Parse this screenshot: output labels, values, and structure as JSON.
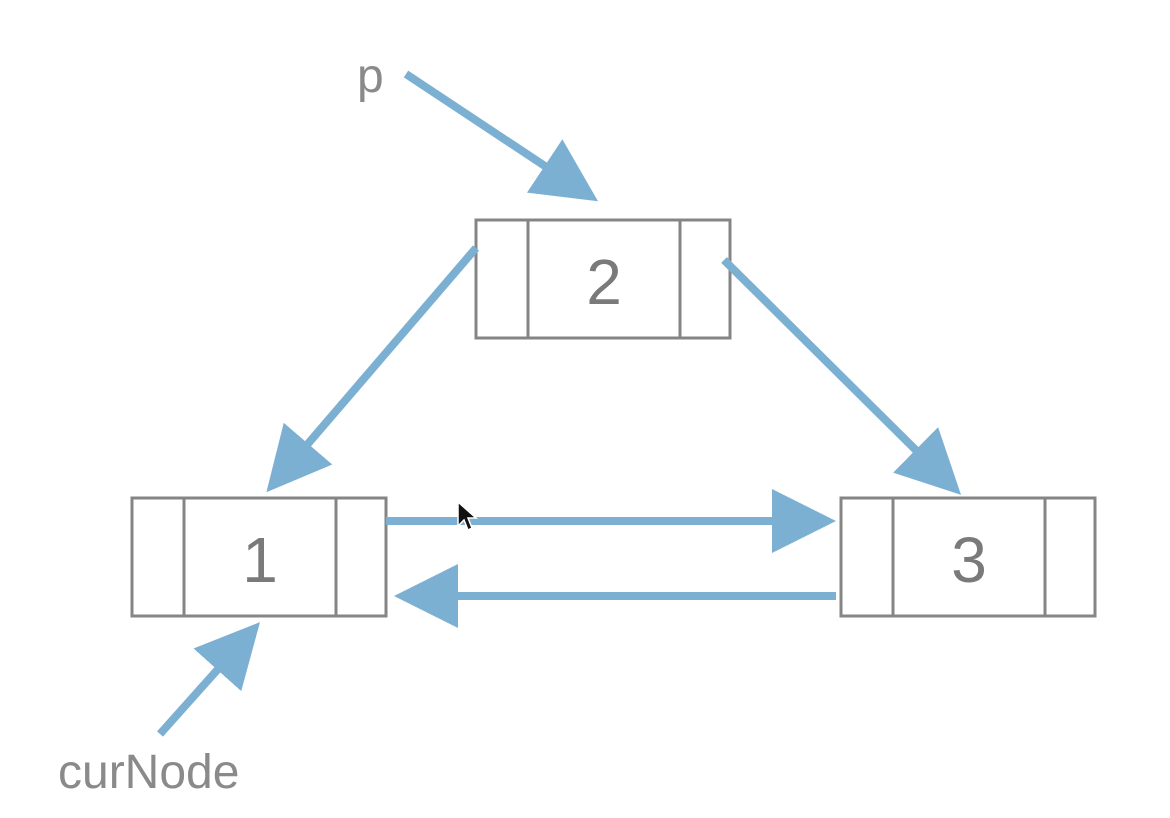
{
  "diagram": {
    "nodes": [
      {
        "id": "node-2",
        "value": "2"
      },
      {
        "id": "node-1",
        "value": "1"
      },
      {
        "id": "node-3",
        "value": "3"
      }
    ],
    "pointers": [
      {
        "id": "p",
        "label": "p"
      },
      {
        "id": "curNode",
        "label": "curNode"
      }
    ],
    "edges": [
      {
        "from": "p",
        "to": "2"
      },
      {
        "from": "curNode",
        "to": "1"
      },
      {
        "from": "2",
        "to": "1"
      },
      {
        "from": "2",
        "to": "3"
      },
      {
        "from": "1",
        "to": "3"
      },
      {
        "from": "3",
        "to": "1"
      }
    ]
  },
  "colors": {
    "arrow": "#7bb0d2",
    "box_stroke": "#858585",
    "text": "#7a7a7a"
  }
}
